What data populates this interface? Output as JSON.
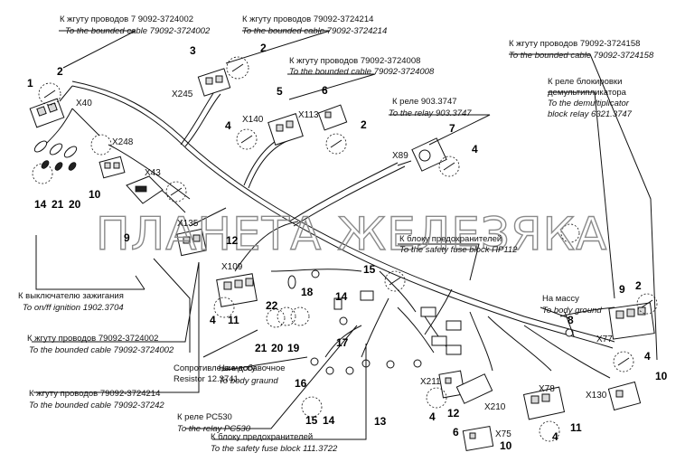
{
  "labels": {
    "cable_7240_ru": "К жгуту проводов 7 9092-3724002",
    "cable_7240_en": "To the bounded cable 79092-3724002",
    "cable_7242_ru": "К жгуту проводов 79092-3724214",
    "cable_7242_en": "To the bounded cable 79092-3724214",
    "cable_7240b_ru": "К жгуту проводов 79092-3724008",
    "cable_7240b_en": "To the bounded cable 79092-3724008",
    "cable_1158_ru": "К жгуту проводов 79092-3724158",
    "cable_1158_en": "To the bounded cable 79092-3724158",
    "relay_block_ru1": "К реле блокировки",
    "relay_block_ru2": "демультипликатора",
    "relay_block_en1": "To the demultiplicator",
    "relay_block_en2": "block relay 6321.3747",
    "relay903_ru": "К реле 903.3747",
    "relay903_en": "To the relay 903.3747",
    "fuse_pr_ru": "К блоку предохранителей",
    "fuse_pr_en": "To the safety fuse block ПР112",
    "ignition_ru": "К выключателю зажигания",
    "ignition_en": "To on/ff ignition 1902.3704",
    "cable_low_ru": "К жгуту проводов 79092-3724002",
    "cable_low_en": "To the bounded cable 79092-3724002",
    "resist_ru": "Сопротивление добавочное",
    "resist_en": "Resistor 12.3741",
    "mass_ru": "На массу",
    "mass_en": "To body graund",
    "mass2_ru": "На массу",
    "mass2_en": "To body ground",
    "cable_low2_ru": "К жгуту проводов 79092-3724214",
    "cable_low2_en": "To the bounded cable 79092-37242",
    "relay530_ru": "К реле РС530",
    "relay530_en": "To the relay РС530",
    "fuse111_ru": "К блоку предохранителей",
    "fuse111_en": "To the safety fuse block 111.3722"
  },
  "connectors": [
    "X40",
    "X245",
    "X140",
    "X113",
    "X248",
    "X43",
    "X89",
    "X135",
    "X109",
    "X211",
    "X210",
    "X78",
    "X75",
    "X77",
    "X130"
  ],
  "numbers": [
    "1",
    "2",
    "3",
    "2",
    "5",
    "6",
    "4",
    "2",
    "7",
    "4",
    "14",
    "21",
    "20",
    "10",
    "9",
    "12",
    "15",
    "18",
    "14",
    "22",
    "4",
    "11",
    "21",
    "20",
    "19",
    "17",
    "16",
    "15",
    "14",
    "13",
    "4",
    "12",
    "6",
    "10",
    "11",
    "4",
    "9",
    "2",
    "8",
    "4",
    "10"
  ],
  "watermark": "ПЛАНЕТА ЖЕЛЕЗЯКА"
}
